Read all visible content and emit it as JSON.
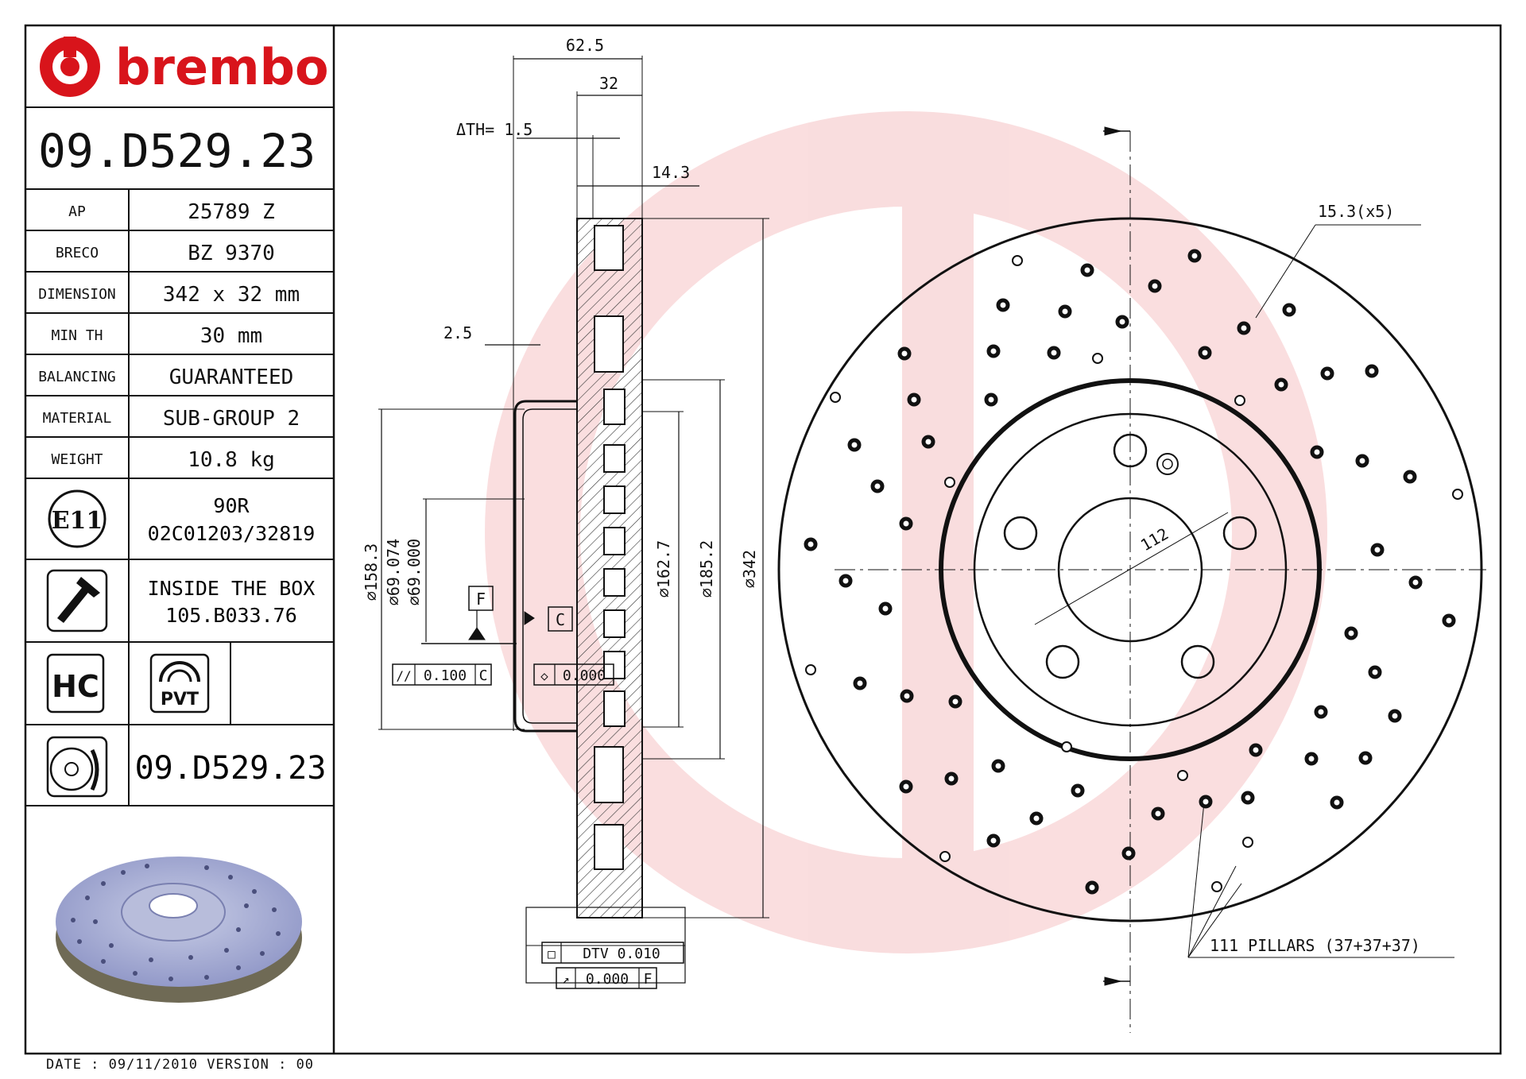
{
  "brand": {
    "name": "brembo",
    "color": "#d8141b"
  },
  "part_number": "09.D529.23",
  "specs": [
    {
      "label": "AP",
      "value": "25789 Z"
    },
    {
      "label": "BRECO",
      "value": "BZ 9370"
    },
    {
      "label": "DIMENSION",
      "value": "342 x 32 mm"
    },
    {
      "label": "MIN TH",
      "value": "30 mm"
    },
    {
      "label": "BALANCING",
      "value": "GUARANTEED"
    },
    {
      "label": "MATERIAL",
      "value": "SUB-GROUP 2"
    },
    {
      "label": "WEIGHT",
      "value": "10.8 kg"
    }
  ],
  "approval": {
    "badge": "E11",
    "line1": "90R",
    "line2": "02C01203/32819"
  },
  "box": {
    "line1": "INSIDE THE BOX",
    "line2": "105.B033.76"
  },
  "badges": {
    "hc": "HC",
    "pvt": "PVT"
  },
  "bottom_part_number": "09.D529.23",
  "footer": "DATE : 09/11/2010 VERSION : 00",
  "section_dims": {
    "d_62_5": "62.5",
    "d_32": "32",
    "th": "ΔTH= 1.5",
    "d_14_3": "14.3",
    "d_2_5": "2.5",
    "dia_158_3": "⌀158.3",
    "dia_69": "⌀69.074",
    "dia_69b": "⌀69.000",
    "dia_162_7": "⌀162.7",
    "dia_185_2": "⌀185.2",
    "dia_342": "⌀342",
    "datum_f": "F",
    "datum_c": "C",
    "tol_parallel": "0.100",
    "tol_parallel_ref": "C",
    "tol_flat": "0.000",
    "dtv": "DTV 0.010",
    "runout": "0.000",
    "runout_ref": "F"
  },
  "front_dims": {
    "holes": "15.3(x5)",
    "pcd": "112",
    "pillars": "111 PILLARS (37+37+37)"
  }
}
